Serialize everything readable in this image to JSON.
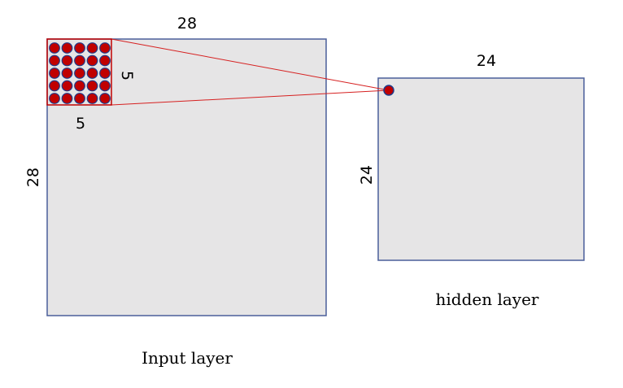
{
  "input_layer": {
    "caption": "Input layer",
    "width_label": "28",
    "height_label": "28",
    "fill_color": "#e6e5e6",
    "border_color": "#4a5f9a"
  },
  "receptive_field": {
    "width_label": "5",
    "height_label": "5",
    "rows": 5,
    "cols": 5,
    "neuron_color": "#c00000",
    "neuron_border_color": "#1f3b8a",
    "border_color": "#c00000"
  },
  "hidden_layer": {
    "caption": "hidden layer",
    "width_label": "24",
    "height_label": "24",
    "fill_color": "#e6e5e6",
    "border_color": "#4a5f9a"
  },
  "connection_color": "#d62020"
}
